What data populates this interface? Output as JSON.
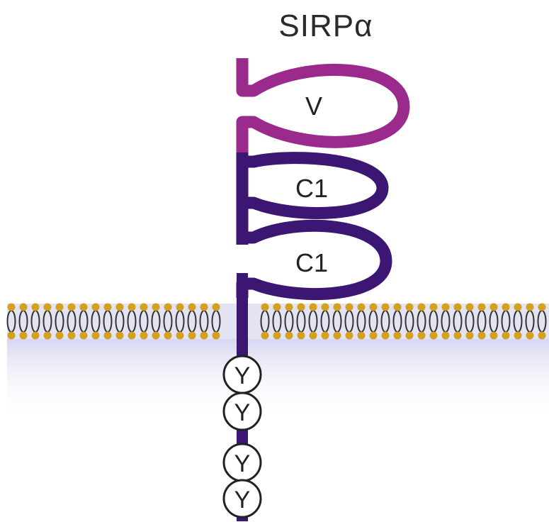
{
  "title": "SIRPα",
  "domains": [
    {
      "label": "V",
      "color": "#9a2a8c"
    },
    {
      "label": "C1",
      "color": "#3b1672"
    },
    {
      "label": "C1",
      "color": "#3b1672"
    }
  ],
  "tyrosine_motifs": [
    "Y",
    "Y",
    "Y",
    "Y"
  ],
  "colors": {
    "stem": "#3b1672",
    "v_domain": "#9a2a8c",
    "membrane_head": "#d4a020",
    "membrane_tail": "#333333",
    "cytoplasm": "#d6d6f0"
  }
}
